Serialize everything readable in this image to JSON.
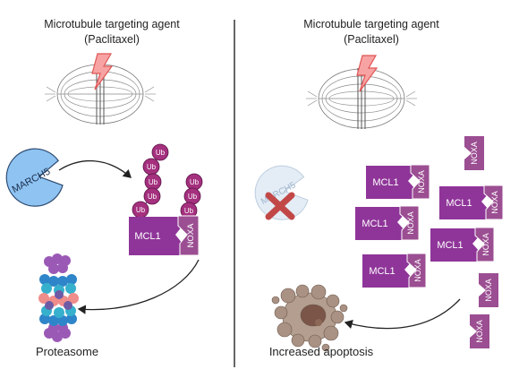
{
  "left_panel": {
    "title_line1": "Microtubule targeting agent",
    "title_line2": "(Paclitaxel)",
    "march5_label": "MARCH5",
    "ub_label": "Ub",
    "mcl1_label": "MCL1",
    "noxa_label": "NOXA",
    "bottom_label": "Proteasome"
  },
  "right_panel": {
    "title_line1": "Microtubule targeting agent",
    "title_line2": "(Paclitaxel)",
    "march5_label": "MARCH5",
    "mcl1_label": "MCL1",
    "noxa_label": "NOXA",
    "bottom_label": "Increased apoptosis"
  },
  "colors": {
    "march5_fill": "#8ec3f2",
    "march5_faded": "#dbe8f4",
    "ub_fill": "#a4307e",
    "mcl1_fill": "#8f3599",
    "noxa_fill": "#9b4e92",
    "lightning": "#f26d6d",
    "cross": "#c24848",
    "cell": "#a99183"
  }
}
